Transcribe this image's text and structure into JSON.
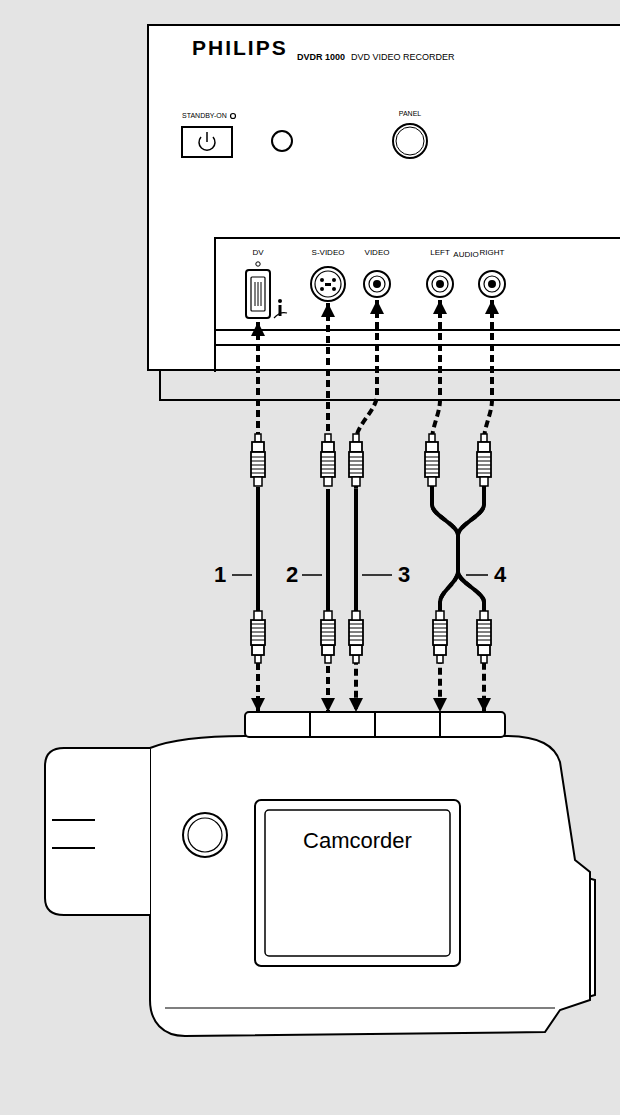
{
  "diagram": {
    "nodes": [
      {
        "text": [
          "PHILIPS",
          "DVDR 1000",
          "DVD VIDEO RECORDER"
        ]
      },
      {
        "text": [
          "DV"
        ],
        "in": 0
      },
      {
        "text": [
          "S-VIDEO"
        ],
        "in": 0
      },
      {
        "text": [
          "VIDEO"
        ],
        "in": 0
      },
      {
        "text": [
          "LEFT"
        ],
        "in": 0
      },
      {
        "text": [
          "RIGHT"
        ],
        "in": 0
      },
      {
        "text": [
          "Camcorder"
        ]
      }
    ],
    "edges": [
      {
        "from": 1,
        "to": 6,
        "arrow": "both",
        "label": "1"
      },
      {
        "from": 2,
        "to": 6,
        "arrow": "both",
        "label": "2"
      },
      {
        "from": 3,
        "to": 6,
        "arrow": "both",
        "label": "3"
      },
      {
        "from": 4,
        "to": 6,
        "arrow": "both",
        "label": "4"
      },
      {
        "from": 5,
        "to": 6,
        "arrow": "both"
      }
    ],
    "labels": [
      "STANDBY-ON",
      "PANEL",
      "AUDIO"
    ]
  }
}
